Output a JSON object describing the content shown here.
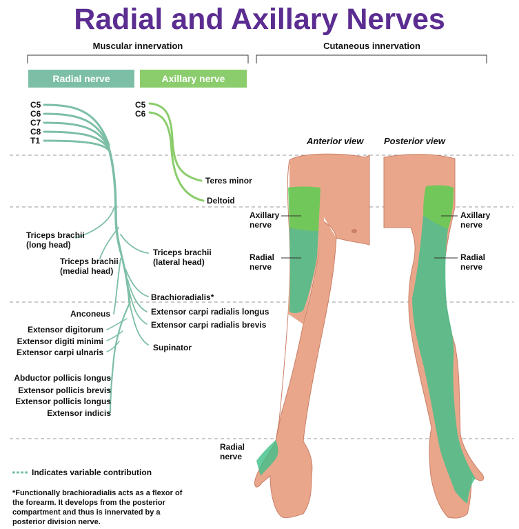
{
  "title": "Radial and Axillary Nerves",
  "sections": {
    "muscular": "Muscular innervation",
    "cutaneous": "Cutaneous innervation"
  },
  "nerve_boxes": {
    "radial": "Radial nerve",
    "axillary": "Axillary nerve"
  },
  "colors": {
    "radial": "#7dbfa6",
    "axillary": "#8bcd6c",
    "title": "#5b2d91",
    "skin": "#e9a68b"
  },
  "roots": {
    "radial": [
      "C5",
      "C6",
      "C7",
      "C8",
      "T1"
    ],
    "axillary": [
      "C5",
      "C6"
    ]
  },
  "muscles": {
    "teres_minor": "Teres minor",
    "deltoid": "Deltoid",
    "triceps_long": [
      "Triceps brachii",
      "(long head)"
    ],
    "triceps_lateral": [
      "Triceps brachii",
      "(lateral head)"
    ],
    "triceps_medial": [
      "Triceps brachii",
      "(medial head)"
    ],
    "brachioradialis": "Brachioradialis*",
    "ecr_longus": "Extensor carpi radialis longus",
    "ecr_brevis": "Extensor carpi radialis brevis",
    "anconeus": "Anconeus",
    "ext_digitorum": "Extensor digitorum",
    "ext_digiti_minimi": "Extensor digiti minimi",
    "ext_carpi_ulnaris": "Extensor carpi ulnaris",
    "supinator": "Supinator",
    "abd_poll_longus": "Abductor pollicis longus",
    "ext_poll_brevis": "Extensor pollicis brevis",
    "ext_poll_longus": "Extensor pollicis longus",
    "ext_indicis": "Extensor indicis"
  },
  "views": {
    "anterior": "Anterior view",
    "posterior": "Posterior view"
  },
  "cutaneous_labels": {
    "axillary": [
      "Axillary",
      "nerve"
    ],
    "radial": [
      "Radial",
      "nerve"
    ],
    "hand_radial": [
      "Radial",
      "nerve"
    ]
  },
  "legend": "Indicates variable contribution",
  "footnote": "*Functionally brachioradialis acts as a flexor of the forearm. It develops from the posterior compartment and thus is innervated by a posterior division nerve."
}
